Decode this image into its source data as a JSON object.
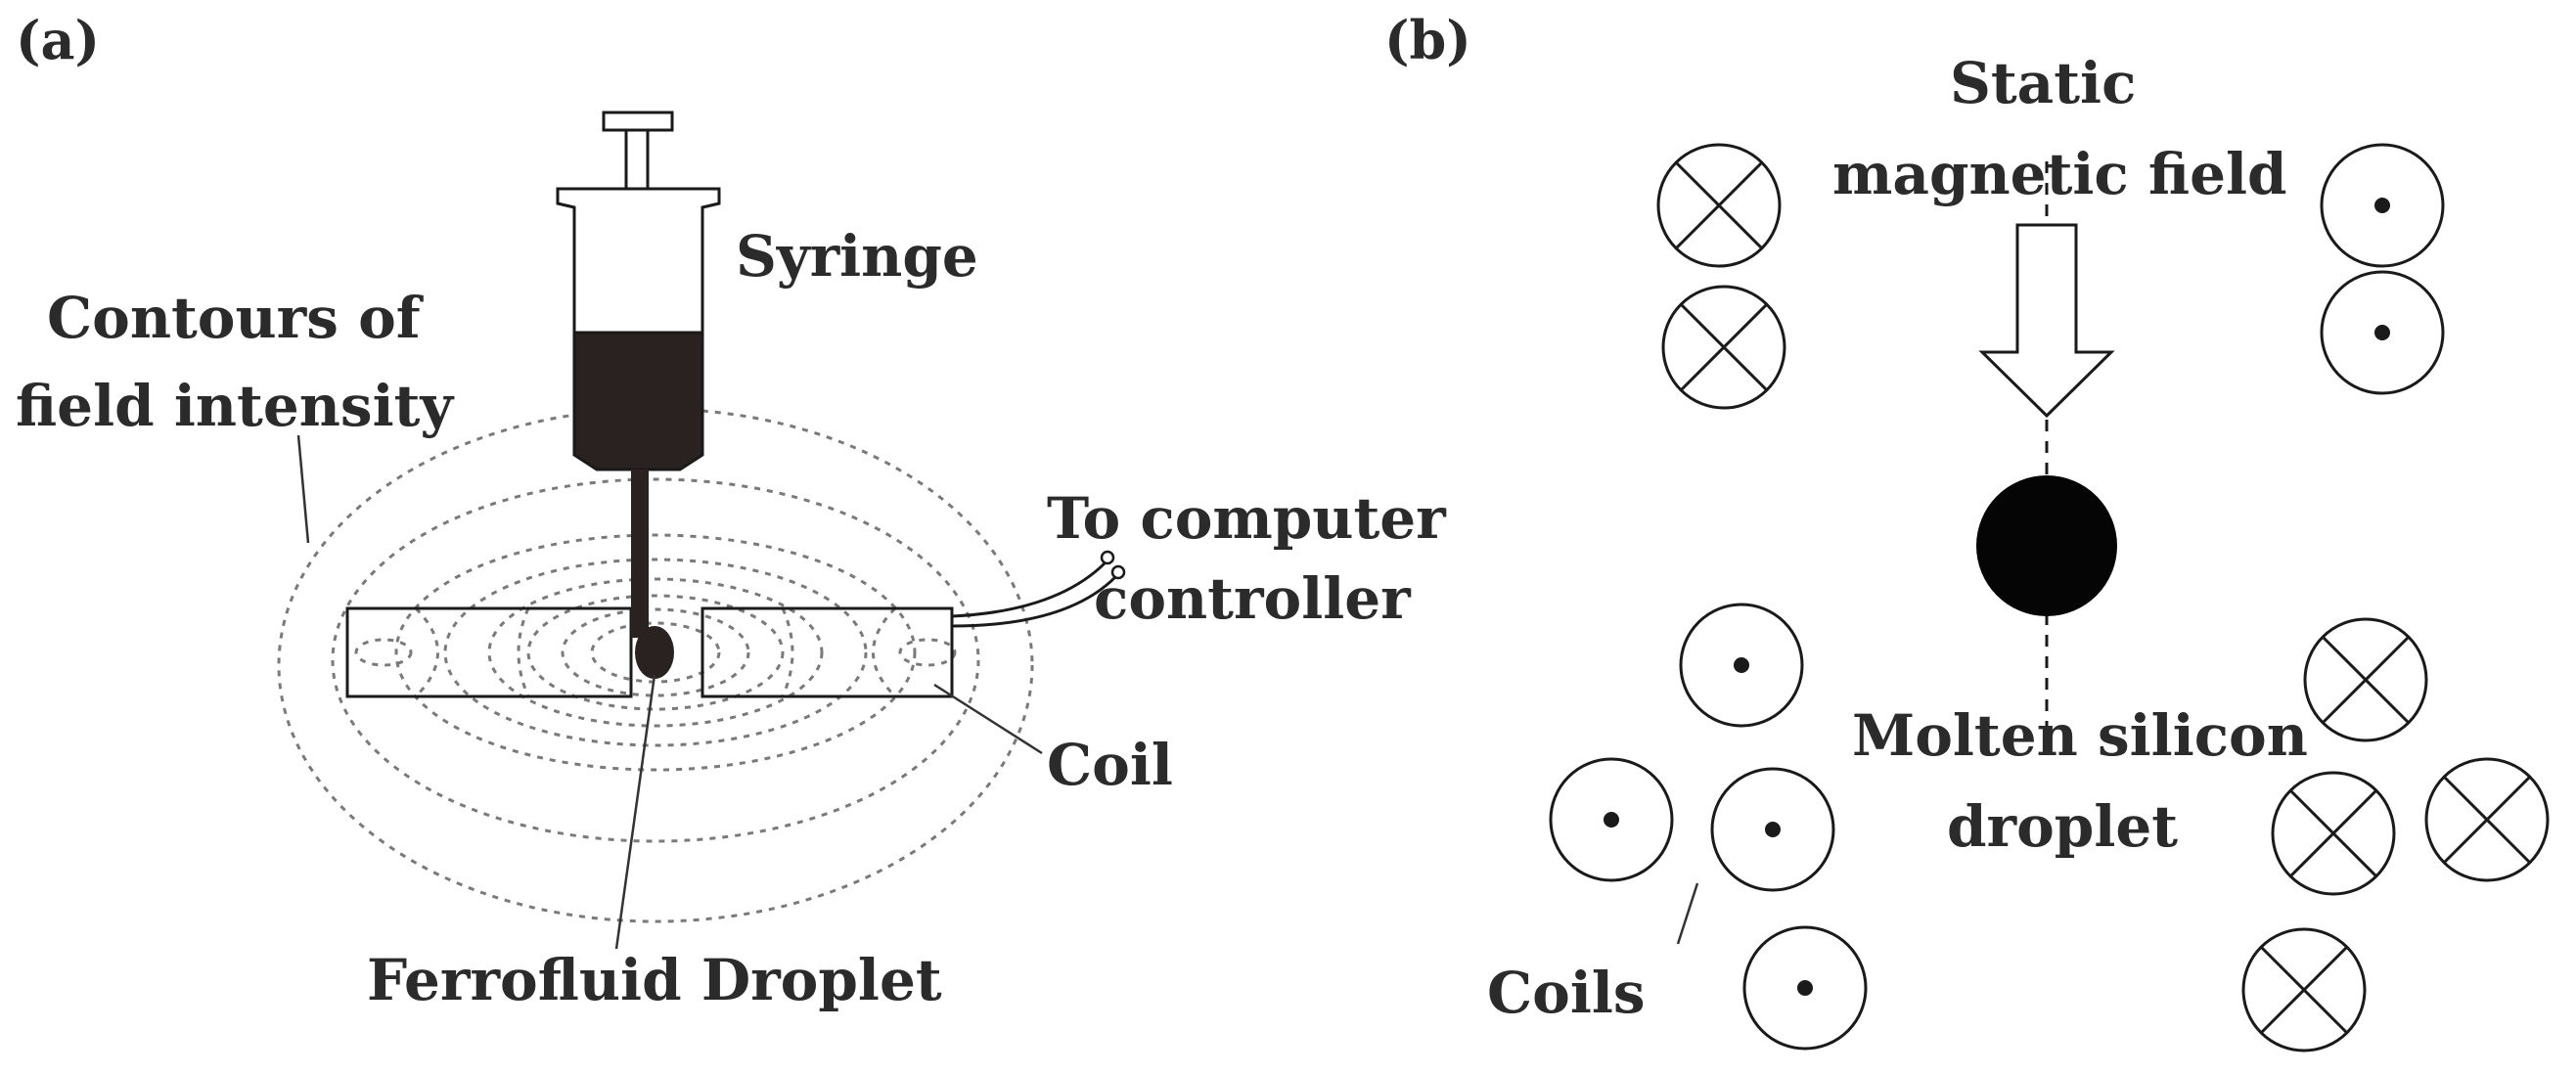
{
  "panel_a": {
    "label": "(a)",
    "syringe_label": "Syringe",
    "contours_label_line1": "Contours of",
    "contours_label_line2": "field intensity",
    "computer_label_line1": "To computer",
    "computer_label_line2": "controller",
    "coil_label": "Coil",
    "droplet_label": "Ferrofluid Droplet"
  },
  "panel_b": {
    "label": "(b)",
    "field_label_line1": "Static",
    "field_label_line2": "magnetic field",
    "droplet_label_line1": "Molten silicon",
    "droplet_label_line2": "droplet",
    "coils_label": "Coils"
  },
  "colors": {
    "ink": "#1a1a1a",
    "text": "#2b2b2b",
    "ferrofluid": "#2a2220",
    "contour": "#7a7a7a"
  }
}
